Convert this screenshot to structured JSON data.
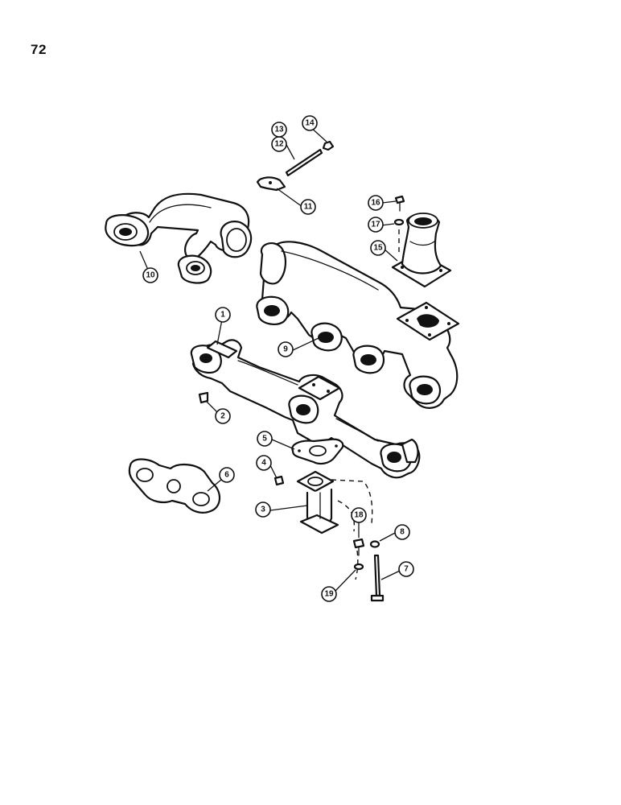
{
  "page": {
    "number": "72"
  },
  "callouts": [
    {
      "id": "c1",
      "label": "1"
    },
    {
      "id": "c2",
      "label": "2"
    },
    {
      "id": "c3",
      "label": "3"
    },
    {
      "id": "c4",
      "label": "4"
    },
    {
      "id": "c5",
      "label": "5"
    },
    {
      "id": "c6",
      "label": "6"
    },
    {
      "id": "c7",
      "label": "7"
    },
    {
      "id": "c8",
      "label": "8"
    },
    {
      "id": "c9",
      "label": "9"
    },
    {
      "id": "c10",
      "label": "10"
    },
    {
      "id": "c11",
      "label": "11"
    },
    {
      "id": "c12",
      "label": "12"
    },
    {
      "id": "c13",
      "label": "13"
    },
    {
      "id": "c14",
      "label": "14"
    },
    {
      "id": "c15",
      "label": "15"
    },
    {
      "id": "c16",
      "label": "16"
    },
    {
      "id": "c17",
      "label": "17"
    },
    {
      "id": "c18",
      "label": "18"
    },
    {
      "id": "c19",
      "label": "19"
    }
  ]
}
